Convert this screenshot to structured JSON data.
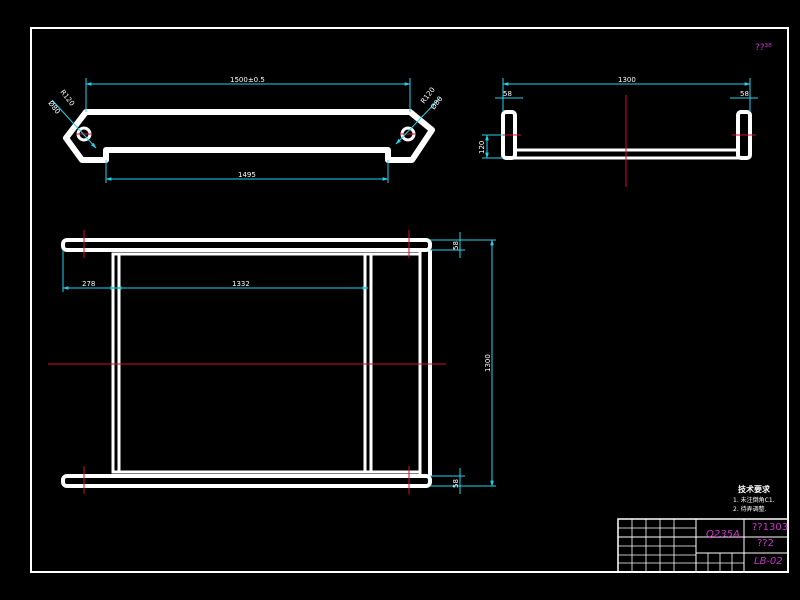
{
  "colors": {
    "background": "#000000",
    "part": "#ffffff",
    "dimension": "#22d3ee",
    "centerline": "#d40c2d",
    "title_text": "#cc33cc"
  },
  "corner_label": "??³⁸",
  "top_view": {
    "overall_dim": "1500±0.5",
    "inner_dim": "1495",
    "left_radius": "R120",
    "left_hole": "Ø80",
    "right_radius": "R120",
    "right_hole": "Ø80"
  },
  "side_view": {
    "width_dim": "1300",
    "left_leg": "58",
    "right_leg": "58",
    "height_dim": "120"
  },
  "plan_view": {
    "offset_dim": "278",
    "span_dim": "1332",
    "depth_dim": "1300",
    "top_bar": "58",
    "bottom_bar": "58"
  },
  "tech_requirements": {
    "title": "技术要求",
    "items": [
      "1. 未注倒角C1.",
      "2. 待弄调整."
    ]
  },
  "title_block": {
    "material": "Q235A",
    "drawing_name": "??1303",
    "quantity": "??2",
    "drawing_no": "LB-02"
  }
}
